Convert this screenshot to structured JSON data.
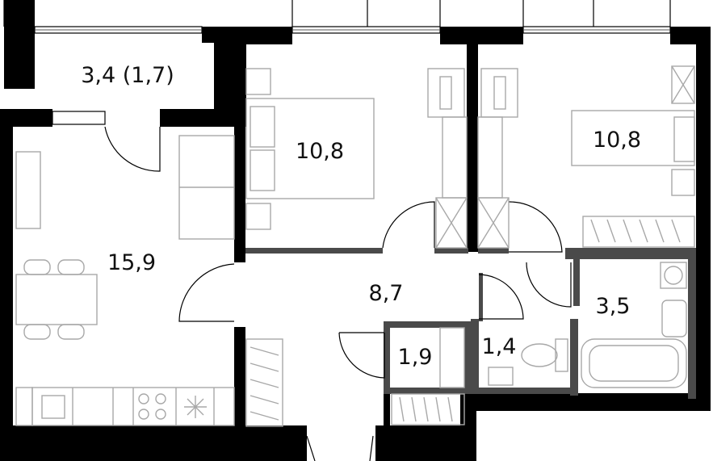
{
  "plan": {
    "rooms": [
      {
        "id": "loggia",
        "label": "3,4 (1,7)"
      },
      {
        "id": "bedroom-1",
        "label": "10,8"
      },
      {
        "id": "bedroom-2",
        "label": "10,8"
      },
      {
        "id": "kitchen-living",
        "label": "15,9"
      },
      {
        "id": "hallway",
        "label": "8,7"
      },
      {
        "id": "bathroom",
        "label": "3,5"
      },
      {
        "id": "storage",
        "label": "1,9"
      },
      {
        "id": "toilet",
        "label": "1,4"
      }
    ],
    "colors": {
      "wall": "#000000",
      "wall_secondary": "#4a4a4a",
      "furniture": "#a8a8a8",
      "background": "#ffffff"
    }
  }
}
